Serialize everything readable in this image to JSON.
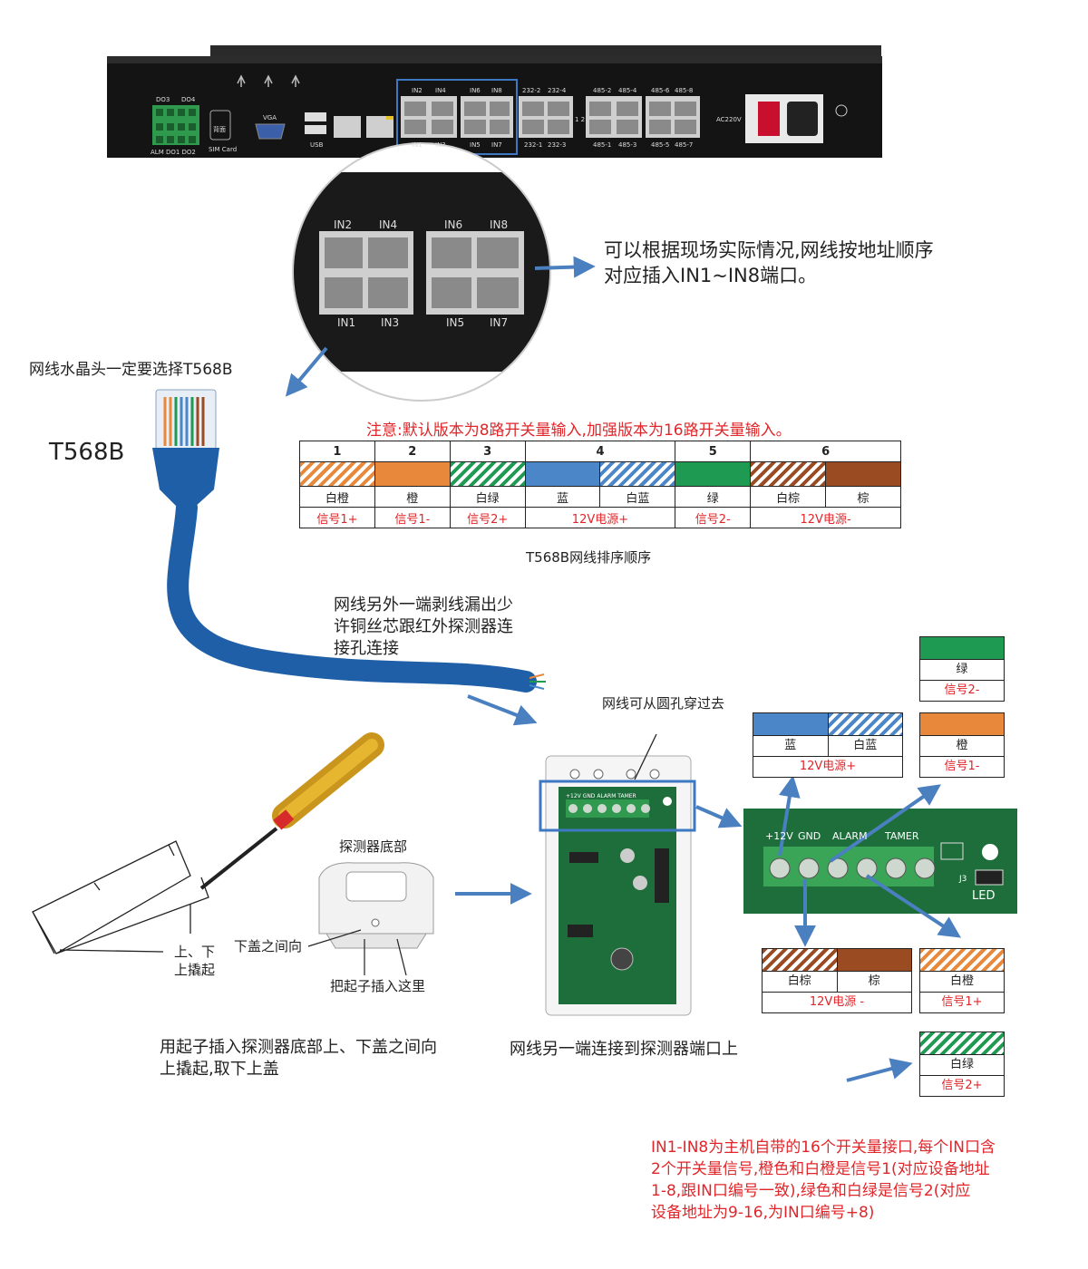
{
  "device": {
    "rear_labels": {
      "do": [
        "DO3",
        "DO4"
      ],
      "alm": "ALM DO1 DO2",
      "sim_card": "SIM Card",
      "sim_slot": "背面",
      "vga": "VGA",
      "usb": "USB",
      "in_top": [
        "IN2",
        "IN4",
        "IN6",
        "IN8"
      ],
      "in_bottom": [
        "IN1",
        "IN3",
        "IN5",
        "IN7"
      ],
      "rs232_top": [
        "232-2",
        "232-4"
      ],
      "rs232_bottom": [
        "232-1",
        "232-3"
      ],
      "rs485_top": [
        "485-2",
        "485-4",
        "485-6",
        "485-8"
      ],
      "rs485_bottom": [
        "485-1",
        "485-3",
        "485-5",
        "485-7"
      ],
      "mid_mark": "1 2",
      "ac": "AC220V"
    },
    "zoom_top": [
      "IN2",
      "IN4",
      "IN6",
      "IN8"
    ],
    "zoom_bottom": [
      "IN1",
      "IN3",
      "IN5",
      "IN7"
    ]
  },
  "texts": {
    "port_note_line1": "可以根据现场实际情况,网线按地址顺序",
    "port_note_line2": "对应插入IN1~IN8端口。",
    "rj45_note": "网线水晶头一定要选择T568B",
    "t568b": "T568B",
    "warning": "注意:默认版本为8路开关量输入,加强版本为16路开关量输入。",
    "table_caption": "T568B网线排序顺序",
    "strip_line1": "网线另外一端剥线漏出少",
    "strip_line2": "许铜丝芯跟红外探测器连",
    "strip_line3": "接孔连接",
    "hole_note": "网线可从圆孔穿过去",
    "detector_bottom": "探测器底部",
    "between_covers": "下盖之间向",
    "insert_here": "把起子插入这里",
    "pry_line1": "上、下",
    "pry_line2": "上撬起",
    "screwdriver_line1": "用起子插入探测器底部上、下盖之间向",
    "screwdriver_line2": "上撬起,取下上盖",
    "connect_note": "网线另一端连接到探测器端口上",
    "bottom_note_line1": "IN1-IN8为主机自带的16个开关量接口,每个IN口含",
    "bottom_note_line2": "2个开关量信号,橙色和白橙是信号1(对应设备地址",
    "bottom_note_line3": "1-8,跟IN口编号一致),绿色和白绿是信号2(对应",
    "bottom_note_line4": "设备地址为9-16,为IN口编号+8)"
  },
  "wiring_table": {
    "numbers": [
      "1",
      "2",
      "3",
      "4",
      "5",
      "6"
    ],
    "colors": [
      "白橙",
      "橙",
      "白绿",
      "蓝",
      "白蓝",
      "绿",
      "白棕",
      "棕"
    ],
    "signals": [
      "信号1+",
      "信号1-",
      "信号2+",
      "12V电源+",
      "信号2-",
      "12V电源-"
    ]
  },
  "terminal": {
    "labels": [
      "+12V",
      "GND",
      "ALARM",
      "TAMER"
    ],
    "led": "LED",
    "j3": "J3",
    "pcb_labels": "+12V GND ALARM TAMER"
  },
  "legends": {
    "green": {
      "color": "绿",
      "signal": "信号2-"
    },
    "blue": {
      "c1": "蓝",
      "c2": "白蓝",
      "signal": "12V电源+"
    },
    "orange": {
      "color": "橙",
      "signal": "信号1-"
    },
    "brown": {
      "c1": "白棕",
      "c2": "棕",
      "signal": "12V电源 -"
    },
    "white_orange": {
      "color": "白橙",
      "signal": "信号1+"
    },
    "white_green": {
      "color": "白绿",
      "signal": "信号2+"
    }
  },
  "colors": {
    "arrow": "#4a7fc0",
    "red_text": "#e0262a",
    "pcb": "#1d6e3a",
    "cable": "#1f5fa8"
  }
}
